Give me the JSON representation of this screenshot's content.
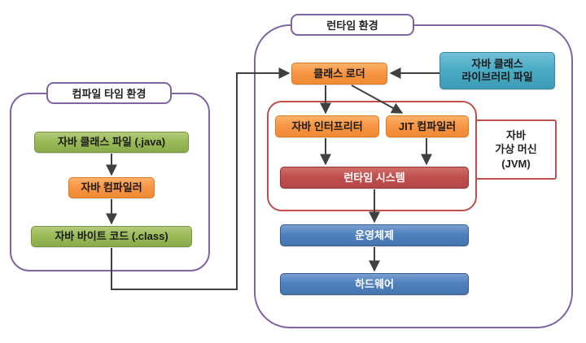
{
  "compile_time_env": {
    "title": "컴파일 타임 환경",
    "nodes": {
      "java_class_file": "자바 클래스 파일 (.java)",
      "java_compiler": "자바 컴파일러",
      "java_bytecode": "자바 바이트 코드 (.class)"
    }
  },
  "runtime_env": {
    "title": "런타임 환경",
    "nodes": {
      "class_loader": "클래스 로더",
      "java_class_library": {
        "line1": "자바 클래스",
        "line2": "라이브러리 파일"
      },
      "java_interpreter": "자바 인터프리터",
      "jit_compiler": "JIT 컴파일러",
      "runtime_system": "런타임 시스템",
      "operating_system": "운영체제",
      "hardware": "하드웨어"
    },
    "jvm_label": {
      "line1": "자바",
      "line2": "가상 머신",
      "line3": "(JVM)"
    }
  },
  "colors": {
    "container_border_purple": "#8064A2",
    "jvm_border_red": "#C0504D",
    "node_orange": "#F79646",
    "node_green": "#9BBB59",
    "node_teal": "#4BACC6",
    "node_red": "#C0504D",
    "node_blue": "#4F81BD",
    "arrow": "#404040"
  }
}
